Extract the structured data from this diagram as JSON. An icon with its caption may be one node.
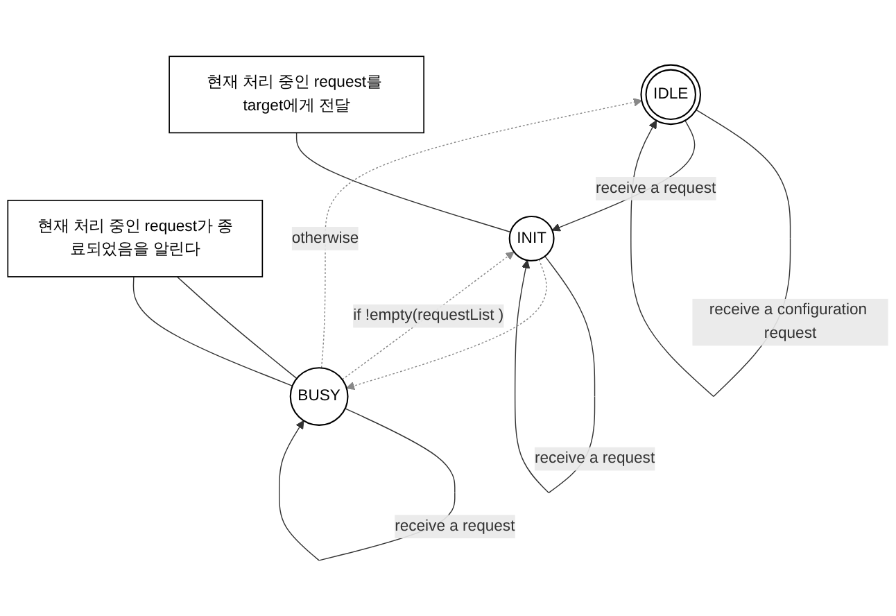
{
  "diagram": {
    "nodes": [
      {
        "text": [
          "IDLE"
        ]
      },
      {
        "text": [
          "현재 처리 중인 request가 종료되었음을 알린다"
        ]
      },
      {
        "text": [
          "BUSY"
        ]
      },
      {
        "text": [
          "INIT"
        ]
      },
      {
        "text": [
          "현재 처리 중인 request를 target에게 전달"
        ]
      }
    ],
    "edges": [
      {
        "from": 0,
        "to": 0,
        "arrow": "to",
        "label": "receive a configuration request"
      },
      {
        "from": 0,
        "to": 3,
        "arrow": "to",
        "label": "receive a request"
      },
      {
        "from": 3,
        "to": 3,
        "arrow": "to",
        "label": "receive a request"
      },
      {
        "from": 2,
        "to": 2,
        "arrow": "to",
        "label": "receive a request"
      },
      {
        "from": 2,
        "to": 0,
        "arrow": "to",
        "label": "otherwise",
        "style": "dashed",
        "color": "#888888"
      },
      {
        "from": 2,
        "to": 3,
        "arrow": "to",
        "label": "if !empty(requestList )",
        "style": "dashed",
        "color": "#888888"
      },
      {
        "from": 3,
        "to": 2,
        "arrow": "to",
        "style": "dashed",
        "color": "#888888"
      },
      {
        "from": 1,
        "to": 2,
        "arrow": "none"
      },
      {
        "from": 1,
        "to": 2,
        "arrow": "none"
      },
      {
        "from": 4,
        "to": 3,
        "arrow": "none"
      }
    ]
  }
}
